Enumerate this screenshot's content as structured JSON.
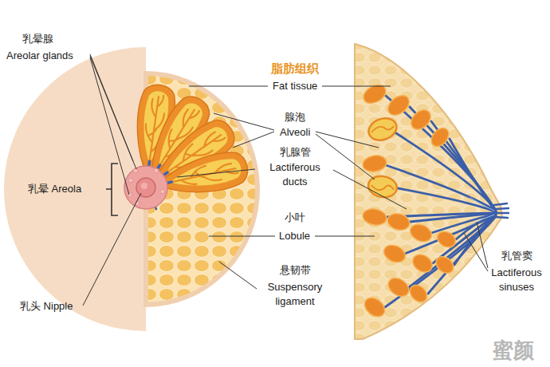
{
  "diagram": {
    "labels": [
      "乳晕腺",
      "Areolar glands",
      "乳晕 Areola",
      "乳头 Nipple",
      "脂肪组织",
      "Fat tissue",
      "腺泡",
      "Alveoli",
      "乳腺管",
      "Lactiferous ducts",
      "小叶",
      "Lobule",
      "悬韧带",
      "Suspensory ligament",
      "乳管窦",
      "Lactiferous sinuses",
      "蜜颜"
    ]
  }
}
